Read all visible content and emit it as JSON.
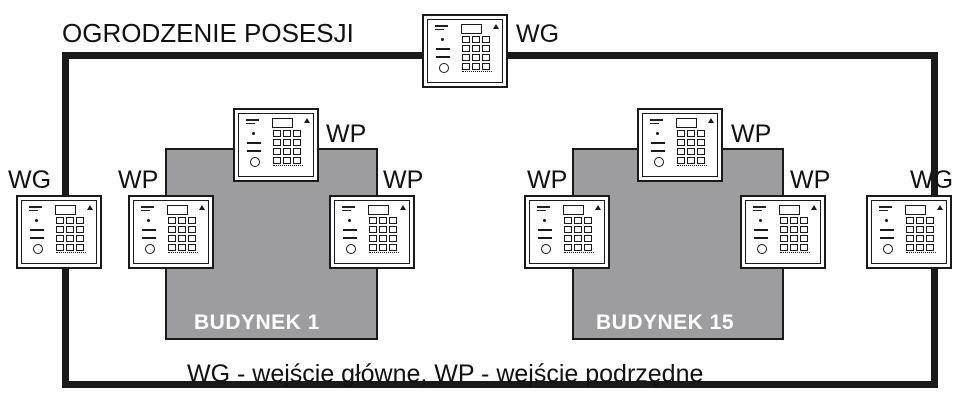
{
  "diagram": {
    "fence_label": "OGRODZENIE POSESJI",
    "legend": "WG - wejście główne, WP - wejście podrzędne",
    "buildings": [
      {
        "name": "BUDYNEK 1"
      },
      {
        "name": "BUDYNEK 15"
      }
    ],
    "panels": [
      {
        "label": "WG",
        "kind": "main-entrance"
      },
      {
        "label": "WG",
        "kind": "main-entrance"
      },
      {
        "label": "WP",
        "kind": "sub-entrance"
      },
      {
        "label": "WP",
        "kind": "sub-entrance"
      },
      {
        "label": "WP",
        "kind": "sub-entrance"
      },
      {
        "label": "WP",
        "kind": "sub-entrance"
      },
      {
        "label": "WP",
        "kind": "sub-entrance"
      },
      {
        "label": "WP",
        "kind": "sub-entrance"
      },
      {
        "label": "WG",
        "kind": "main-entrance"
      }
    ],
    "colors": {
      "line": "#1a1a1a",
      "building_fill": "#9d9d9f",
      "building_text": "#ffffff"
    },
    "icon": "intercom-panel-icon"
  }
}
